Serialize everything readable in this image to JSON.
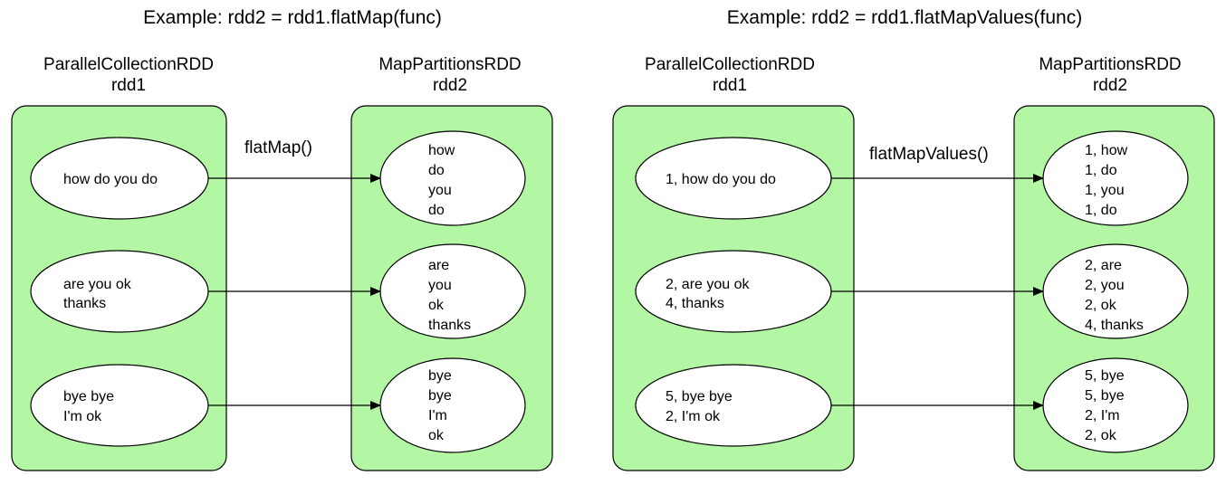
{
  "colors": {
    "container_fill": "#b3f7a4",
    "container_stroke": "#000000",
    "node_fill": "#ffffff",
    "arrow": "#000000"
  },
  "panels": [
    {
      "title": "Example: rdd2 = rdd1.flatMap(func)",
      "source": {
        "type": "ParallelCollectionRDD",
        "name": "rdd1"
      },
      "target": {
        "type": "MapPartitionsRDD",
        "name": "rdd2"
      },
      "operation": "flatMap()",
      "source_partitions": [
        [
          "how do you do"
        ],
        [
          "are you ok",
          "thanks"
        ],
        [
          "bye bye",
          "I'm ok"
        ]
      ],
      "target_partitions": [
        [
          "how",
          "do",
          "you",
          "do"
        ],
        [
          "are",
          "you",
          "ok",
          "thanks"
        ],
        [
          "bye",
          "bye",
          "I'm",
          "ok"
        ]
      ]
    },
    {
      "title": "Example: rdd2 = rdd1.flatMapValues(func)",
      "source": {
        "type": "ParallelCollectionRDD",
        "name": "rdd1"
      },
      "target": {
        "type": "MapPartitionsRDD",
        "name": "rdd2"
      },
      "operation": "flatMapValues()",
      "source_partitions": [
        [
          "1, how do you do"
        ],
        [
          "2, are you ok",
          "4, thanks"
        ],
        [
          "5, bye bye",
          "2, I'm ok"
        ]
      ],
      "target_partitions": [
        [
          "1, how",
          "1, do",
          "1, you",
          "1, do"
        ],
        [
          "2, are",
          "2, you",
          "2, ok",
          "4, thanks"
        ],
        [
          "5, bye",
          "5, bye",
          "2, I'm",
          "2, ok"
        ]
      ]
    }
  ]
}
